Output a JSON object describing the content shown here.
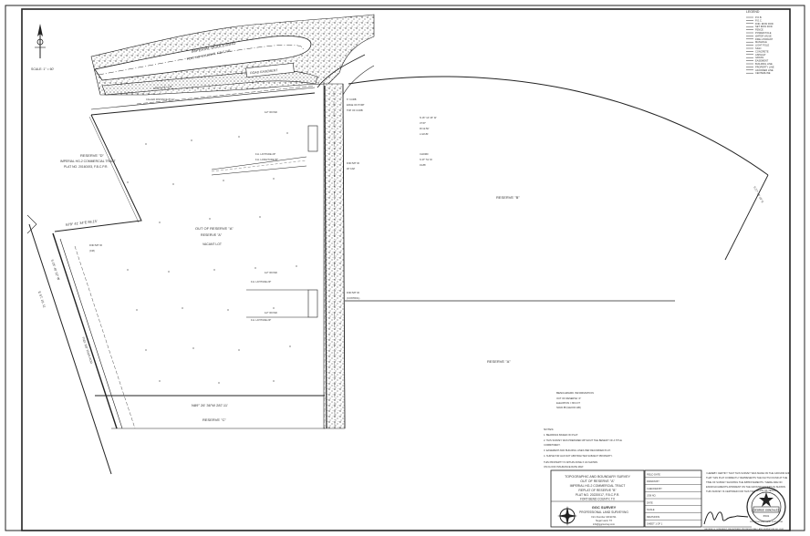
{
  "drawing": {
    "scale_label": "SCALE: 1\" = 60'",
    "easement_label": "IMPERIAL BOULEVARD",
    "easement_sub": "PLAT NO. 20110148, F.B.C.P.R.",
    "road_label": "ROAD EASEMENT",
    "north_tract": "AREA OF LOT",
    "reserve_d_left": {
      "title": "RESERVE \"D\"",
      "line1": "IMPERIAL HG-2 COMMERCIAL TRACT",
      "line2": "PLAT NO. 20160193, F.B.C.P.R."
    },
    "reserve_a_center": {
      "title": "OUT OF RESERVE \"A\"",
      "line1": "RESERVE \"A\"",
      "line2": "VACANT LOT"
    },
    "reserve_b_right": "RESERVE \"B\"",
    "reserve_a_right": "RESERVE \"A\"",
    "reserve_c": "RESERVE \"C\"",
    "bearing_bottom": "N89° 26' 36\"W 287.11'",
    "bearing_left": "N78° 41' 34\"E 98.15'",
    "street_left": "E ST. 16. 11",
    "benchmark": {
      "title": "BENCHMARK INFORMATION",
      "lines": [
        "OUT OF RESERVE \"A\"",
        "ELEVATION = 86.9 FT",
        "NAVD 88 (GEOID 12B)"
      ]
    },
    "notes": {
      "title": "NOTES:",
      "lines": [
        "1. BEARINGS BASED ON PLAT.",
        "2. THIS SURVEY WAS PREPARED WITHOUT THE BENEFIT OF A TITLE",
        "   COMMITMENT.",
        "3. EASEMENT AND BUILDING LINES PER RECORDED PLAT.",
        "4. SURVEYOR HAS NOT ABSTRACTED SUBJECT PROPERTY.",
        "",
        "THIS PROPERTY IS WITHIN ZONE X AS SHOWN",
        "ON FLOOD INSURANCE RATE MAP."
      ]
    },
    "legend": {
      "title": "LEGEND",
      "items": [
        "P.O.B.",
        "P.O.C.",
        "FND. IRON ROD",
        "SET IRON ROD",
        "FENCE",
        "POWER POLE",
        "WATER VALVE",
        "FIRE HYDRANT",
        "MANHOLE",
        "LIGHT POLE",
        "SIGN",
        "CONCRETE",
        "ASPHALT",
        "GRASS",
        "EASEMENT",
        "BUILDING LINE",
        "PROPERTY LINE",
        "ADJOINER LINE",
        "CENTERLINE"
      ]
    }
  },
  "title_block": {
    "l1": "TOPOGRAPHIC AND BOUNDARY SURVEY",
    "l2": "OUT OF RESERVE \"A\"",
    "l3": "IMPERIAL HG-2 COMMERCIAL TRACT",
    "l4": "REPLAT OF RESERVE \"B\"",
    "l5": "PLAT NO. 20220017, F.B.C.P.R.",
    "l6": "FORT BEND COUNTY, TX",
    "company": "GGC SURVEY",
    "company_sub": "PROFESSIONAL LAND SURVEYING",
    "company_small1": "Firm Number 10194711",
    "company_small2": "Sugar Land, TX",
    "company_small3": "info@ggcsurvey.com"
  },
  "info_block": {
    "rows": [
      "FIELD DATE",
      "DRAWN BY",
      "CHECKED BY",
      "JOB NO.",
      "DATE",
      "SCALE",
      "REVISIONS",
      "SHEET 1 OF 1"
    ]
  },
  "certification": {
    "lines": [
      "I HEREBY CERTIFY THAT THIS SURVEY WAS MADE ON THE GROUND AND",
      "THAT THIS PLAT CORRECTLY REPRESENTS THE FACTS FOUND AT THE",
      "TIME OF SURVEY SHOWING THE IMPROVEMENTS. THERE ARE NO",
      "ENCROACHMENTS APPARENT ON THE GROUND EXCEPT AS SHOWN.",
      "THIS SURVEY IS CERTIFIED FOR THIS TRANSACTION ONLY."
    ],
    "seal_top": "STATE OF TEXAS",
    "seal_name": "GEORGE GONZALEZ",
    "seal_num": "6531",
    "seal_bottom": "PROFESSIONAL LAND SURVEYOR",
    "signer": "GEORGE G. GONZALEZ, REGISTERED PROFESSIONAL LAND SURVEYOR NO. 6531"
  },
  "colors": {
    "line": "#1a1a1a",
    "fill": "#ffffff",
    "stipple": "#555555"
  }
}
